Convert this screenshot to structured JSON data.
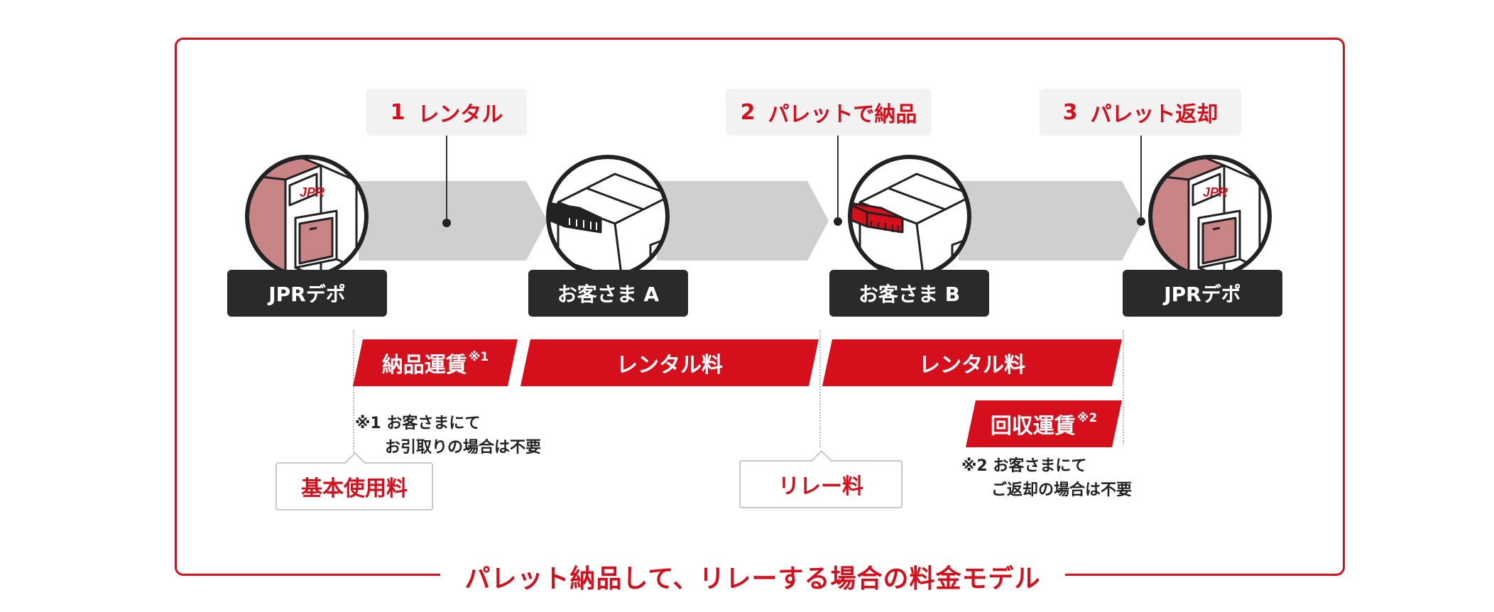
{
  "steps": [
    {
      "num": "1",
      "label": "レンタル"
    },
    {
      "num": "2",
      "label": "パレットで納品"
    },
    {
      "num": "3",
      "label": "パレット返却"
    }
  ],
  "nodes": [
    {
      "label": "JPRデポ",
      "logo": "JPR"
    },
    {
      "label": "お客さま A"
    },
    {
      "label": "お客さま B"
    },
    {
      "label": "JPRデポ",
      "logo": "JPR"
    }
  ],
  "fees": {
    "delivery": {
      "label": "納品運賃",
      "mark": "※1"
    },
    "rental_a": "レンタル料",
    "rental_b": "レンタル料",
    "collection": {
      "label": "回収運賃",
      "mark": "※2"
    }
  },
  "notes": {
    "note1": {
      "mark": "※1",
      "line1": "お客さまにて",
      "line2": "お引取りの場合は不要"
    },
    "note2": {
      "mark": "※2",
      "line1": "お客さまにて",
      "line2": "ご返却の場合は不要"
    }
  },
  "callouts": {
    "basic": "基本使用料",
    "relay": "リレー料"
  },
  "title": "パレット納品して、リレーする場合の料金モデル",
  "colors": {
    "accent": "#d50f1b",
    "dark": "#2a2a2a",
    "arrow": "#cfcfcf",
    "depot_roof": "#c98585"
  }
}
